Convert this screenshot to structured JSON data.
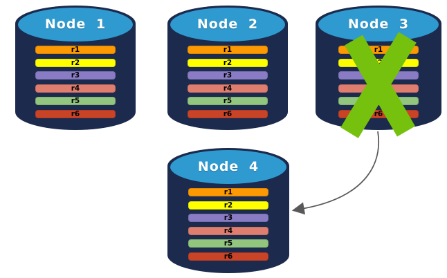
{
  "background": "#FFFFFF",
  "colors": {
    "cylinder_body": "#1B2A4D",
    "cylinder_top": "#2F9AD0",
    "node_title_text": "#FFFFFF",
    "row_label_text": "#000000",
    "failure_x": "#76C00E",
    "arrow": "#595959"
  },
  "rows": [
    {
      "label": "r1",
      "color": "#FC9903"
    },
    {
      "label": "r2",
      "color": "#FFFF00"
    },
    {
      "label": "r3",
      "color": "#8A7CC4"
    },
    {
      "label": "r4",
      "color": "#DF7E6E"
    },
    {
      "label": "r5",
      "color": "#92C57E"
    },
    {
      "label": "r6",
      "color": "#C94327"
    }
  ],
  "nodes": [
    {
      "label": "Node 1",
      "status": "active"
    },
    {
      "label": "Node 2",
      "status": "active"
    },
    {
      "label": "Node 3",
      "status": "failed"
    },
    {
      "label": "Node 4",
      "status": "active"
    }
  ],
  "arrow": {
    "from": "Node 3",
    "to": "Node 4"
  }
}
